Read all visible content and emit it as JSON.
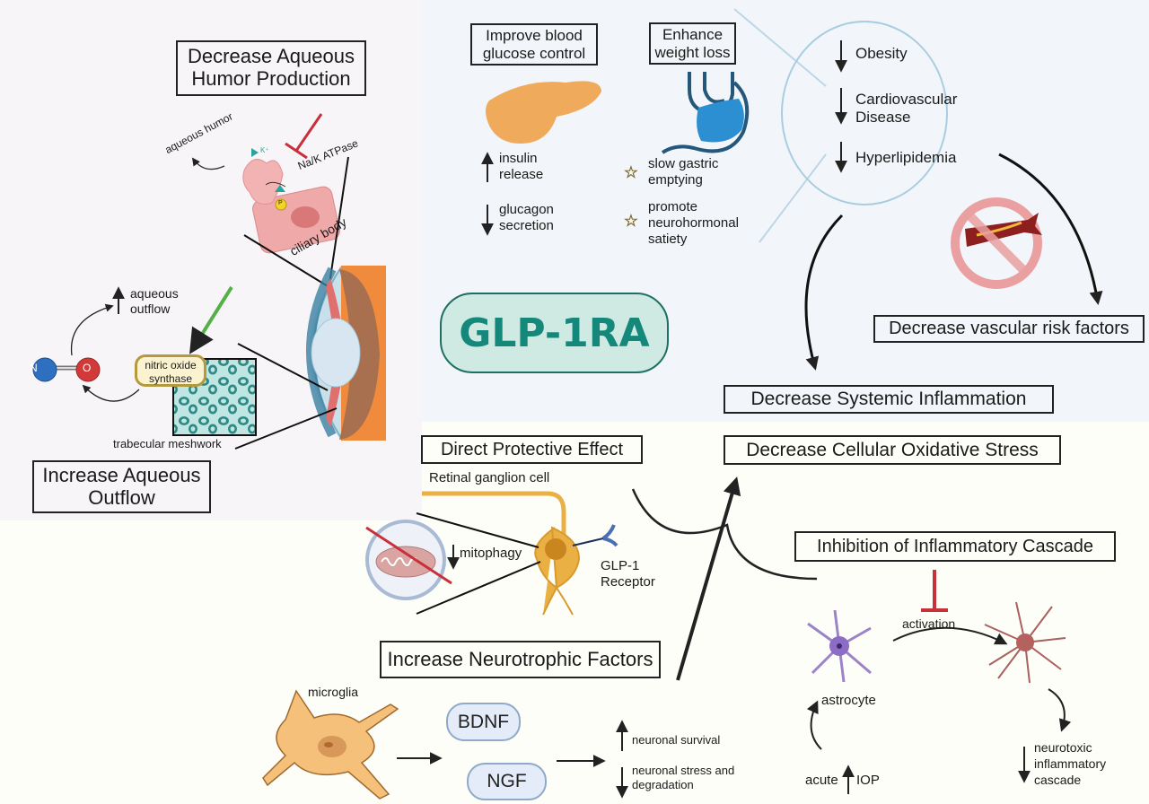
{
  "colors": {
    "panel_left": "#f8f5f8",
    "panel_top_right": "#f2f6fa",
    "panel_bottom": "#fefef8",
    "glp_fill": "#cfe9e3",
    "glp_text": "#14887a",
    "inhibit_red": "#c8303a",
    "activate_green": "#55b048"
  },
  "center": {
    "title": "GLP-1RA"
  },
  "aqueous_production": {
    "title_line1": "Decrease Aqueous",
    "title_line2": "Humor Production",
    "label_aqueous_humor": "aqueous humor",
    "label_na_k": "Na/K ATPase",
    "label_ciliary_body": "ciliary body",
    "label_k": "K⁺",
    "label_p": "P"
  },
  "aqueous_outflow": {
    "title_line1": "Increase Aqueous",
    "title_line2": "Outflow",
    "label_outflow_line1": "aqueous",
    "label_outflow_line2": "outflow",
    "label_nos_line1": "nitric oxide",
    "label_nos_line2": "synthase",
    "label_trabecular": "trabecular meshwork",
    "atom_n": "N",
    "atom_o": "O"
  },
  "glucose": {
    "title_line1": "Improve blood",
    "title_line2": "glucose control",
    "items": [
      {
        "direction": "up",
        "line1": "insulin",
        "line2": "release"
      },
      {
        "direction": "down",
        "line1": "glucagon",
        "line2": "secretion"
      }
    ]
  },
  "weight": {
    "title_line1": "Enhance",
    "title_line2": "weight loss",
    "items": [
      {
        "icon": "star",
        "lines": [
          "slow gastric",
          "emptying"
        ]
      },
      {
        "icon": "star",
        "lines": [
          "promote",
          "neurohormonal",
          "satiety"
        ]
      }
    ]
  },
  "systemic": {
    "risk_items": [
      {
        "direction": "down",
        "lines": [
          "Obesity"
        ]
      },
      {
        "direction": "down",
        "lines": [
          "Cardiovascular",
          "Disease"
        ]
      },
      {
        "direction": "down",
        "lines": [
          "Hyperlipidemia"
        ]
      }
    ],
    "vascular_title": "Decrease vascular risk factors",
    "inflammation_title": "Decrease Systemic Inflammation",
    "oxidative_title": "Decrease Cellular Oxidative Stress"
  },
  "neuro": {
    "direct_title": "Direct Protective Effect",
    "rgc_label": "Retinal ganglion cell",
    "mitophagy_label": "mitophagy",
    "receptor_line1": "GLP-1",
    "receptor_line2": "Receptor",
    "neurotrophic_title": "Increase Neurotrophic Factors",
    "microglia_label": "microglia",
    "factors": [
      "BDNF",
      "NGF"
    ],
    "outcome_up": "neuronal survival",
    "outcome_down_line1": "neuronal stress and",
    "outcome_down_line2": "degradation"
  },
  "inflammatory": {
    "title": "Inhibition of Inflammatory Cascade",
    "activation_label": "activation",
    "astrocyte_label": "astrocyte",
    "iop_prefix": "acute",
    "iop_suffix": "IOP",
    "cascade_lines": [
      "neurotoxic",
      "inflammatory",
      "cascade"
    ]
  }
}
